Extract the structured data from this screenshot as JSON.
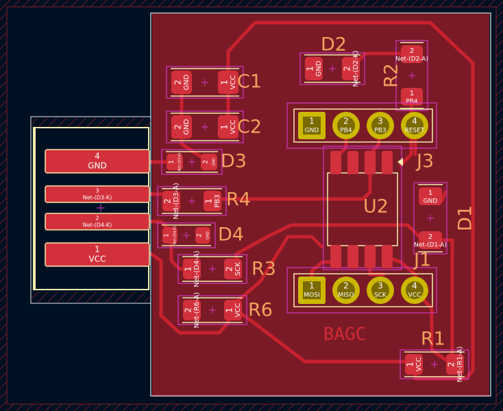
{
  "window": {
    "title": "BAGC"
  },
  "colors": {
    "background": "#001023",
    "copper_fill": "#7a1a26",
    "trace": "#c8222e",
    "pad": "#d2313c",
    "th_ring": "#ccb800",
    "courtyard": "#d238c4",
    "silk_ref": "#f2a35e",
    "edge_cut": "#e8e8e8",
    "silk": "#f2eeb0",
    "label": "#ffffff"
  },
  "board_text": "BAGC",
  "refs": {
    "C1": "C1",
    "C2": "C2",
    "D2": "D2",
    "R2": "R2",
    "D3": "D3",
    "R4": "R4",
    "D4": "D4",
    "R3": "R3",
    "R6": "R6",
    "J3": "J3",
    "U2": "U2",
    "J1": "J1",
    "D1": "D1",
    "R1": "R1"
  },
  "pads": {
    "C1": [
      "2",
      "GND",
      "1",
      "VCC"
    ],
    "C2": [
      "2",
      "GND",
      "1",
      "VCC"
    ],
    "D2": [
      "1",
      "GND",
      "2",
      "Net-(D2-K)"
    ],
    "R2": [
      "2",
      "Net-(D2-A)",
      "1",
      "PB4"
    ],
    "D3": [
      "1",
      "Net-(D3-K)",
      "2",
      "GND"
    ],
    "R4": [
      "2",
      "Net-(D3-A)",
      "1",
      "PB3"
    ],
    "D4": [
      "1",
      "Net-(D4-K)",
      "2",
      "GND"
    ],
    "R3": [
      "1",
      "Net-(D4-A)",
      "2",
      "SCK"
    ],
    "R6": [
      "2",
      "Net-(R6-A)",
      "1",
      "VCC"
    ],
    "D1": [
      "1",
      "GND",
      "2",
      "Net-(D1-A)"
    ],
    "R1": [
      "1",
      "VCC",
      "2",
      "Net-(R1-A)"
    ]
  },
  "usb": [
    {
      "num": "4",
      "net": "GND"
    },
    {
      "num": "3",
      "net": "Net-(D3-K)"
    },
    {
      "num": "2",
      "net": "Net-(D4-K)"
    },
    {
      "num": "1",
      "net": "VCC"
    }
  ],
  "j3": [
    {
      "num": "1",
      "net": "GND"
    },
    {
      "num": "2",
      "net": "PB4"
    },
    {
      "num": "3",
      "net": "PB3"
    },
    {
      "num": "4",
      "net": "RESET"
    }
  ],
  "j1": [
    {
      "num": "1",
      "net": "MOSI"
    },
    {
      "num": "2",
      "net": "MISO"
    },
    {
      "num": "3",
      "net": "SCK"
    },
    {
      "num": "4",
      "net": "VCC"
    }
  ]
}
